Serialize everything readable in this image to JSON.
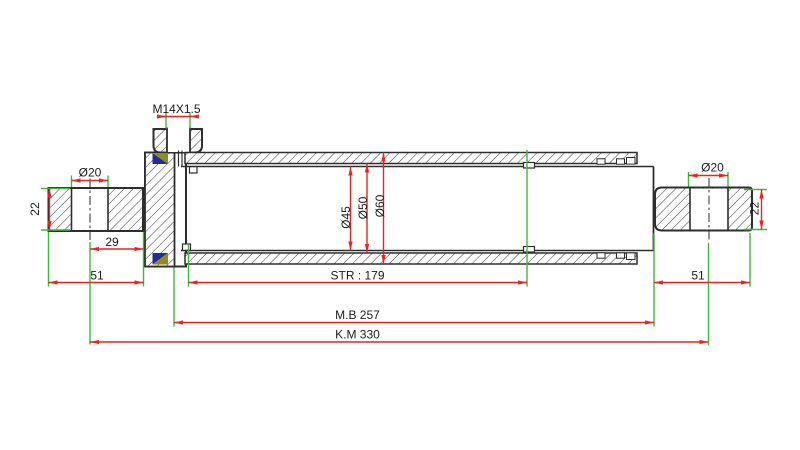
{
  "dimensions": {
    "port_thread": "M14X1.5",
    "left_eye": {
      "bore": "Ø20",
      "width": "22"
    },
    "pin_center_to_cap_face": "29",
    "left_mount_width": "51",
    "cylinder_diameters": {
      "bore": "Ø45",
      "inner_tube": "Ø50",
      "outer_tube": "Ø60"
    },
    "stroke": "STR : 179",
    "body_length": "M.B 257",
    "overall_length": "K.M 330",
    "right_mount_width": "51",
    "right_eye": {
      "bore": "Ø20",
      "width": "22"
    }
  },
  "colors": {
    "outline": "#2e2e2e",
    "dimension_red": "#e62525",
    "extension_green": "#3cb93c",
    "seal_navy": "#282d8c",
    "seal_olive": "#8c8c28",
    "background": "#ffffff"
  }
}
